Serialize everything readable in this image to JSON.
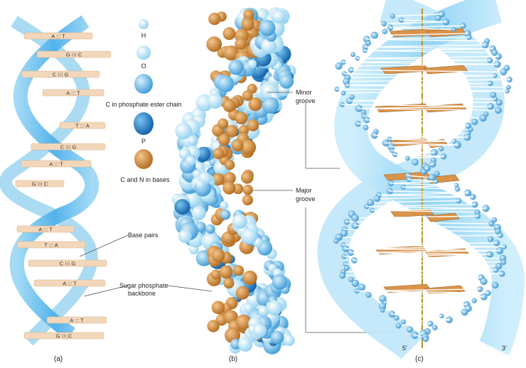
{
  "panel_a": {
    "caption": "(a)",
    "pairs": [
      {
        "label": "A ::: T"
      },
      {
        "label": "G ⁝⁝⁝ C"
      },
      {
        "label": "C ⁝⁝⁝ G"
      },
      {
        "label": "A ::: T"
      },
      {
        "label": "T ::: A"
      },
      {
        "label": "C ⁝⁝⁝ G"
      },
      {
        "label": "A ::: T"
      },
      {
        "label": "G ⁝⁝⁝ C"
      },
      {
        "label": "A ::: T"
      },
      {
        "label": "T ::: A"
      },
      {
        "label": "C ⁝⁝⁝ G"
      },
      {
        "label": "A ::: T"
      },
      {
        "label": "A ::: T"
      },
      {
        "label": "G ⁝⁝⁝ C"
      }
    ],
    "base_pairs_label": "Base pairs",
    "backbone_label_1": "Sugar phosphate",
    "backbone_label_2": "backbone"
  },
  "panel_b": {
    "caption": "(b)",
    "minor_groove_1": "Minor",
    "minor_groove_2": "groove",
    "major_groove_1": "Major",
    "major_groove_2": "groove"
  },
  "legend": {
    "items": [
      {
        "label": "H",
        "color": "#bfe6f7"
      },
      {
        "label": "O",
        "color": "#8fd0ef"
      },
      {
        "label": "C in phosphate ester chain",
        "color": "#4aa6e0"
      },
      {
        "label": "P",
        "color": "#1f78c8"
      },
      {
        "label": "C and N in bases",
        "color": "#d58a2e"
      }
    ]
  },
  "panel_c": {
    "caption": "(c)",
    "end_5": "5'",
    "end_3": "3'"
  },
  "colors": {
    "backbone": "#5cb8ec",
    "backbone_light": "#bfe5f8",
    "base_bar": "#f3d7ba",
    "base_atom": "#d58a2e",
    "plate": "#d9934a"
  }
}
